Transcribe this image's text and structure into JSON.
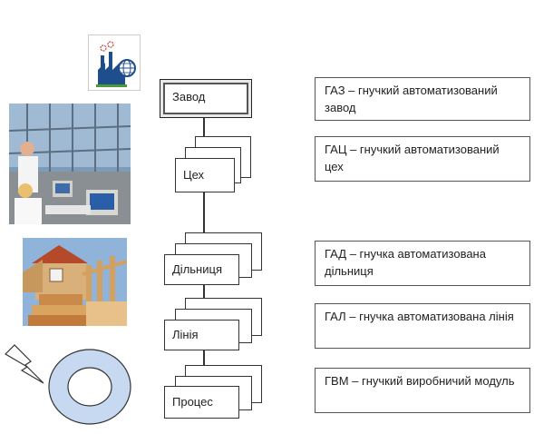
{
  "levels": [
    {
      "name": "Завод",
      "desc": "ГАЗ – гнучкий автоматизований завод"
    },
    {
      "name": "Цех",
      "desc": "ГАЦ – гнучкий автоматизований цех"
    },
    {
      "name": "Дільниця",
      "desc": "ГАД – гнучка автоматизована дільниця"
    },
    {
      "name": "Лінія",
      "desc": "ГАЛ – гнучка автоматизована лінія"
    },
    {
      "name": "Процес",
      "desc": "ГВМ – гнучкий виробничий модуль"
    }
  ],
  "colors": {
    "ring": "#c6d9f1",
    "photo_sky": "#8fb3d9",
    "brick": "#b54a2b"
  },
  "icons": [
    "factory-globe-icon",
    "control-room-photo",
    "house-construction-photo",
    "lightning-icon",
    "ring-shape"
  ]
}
